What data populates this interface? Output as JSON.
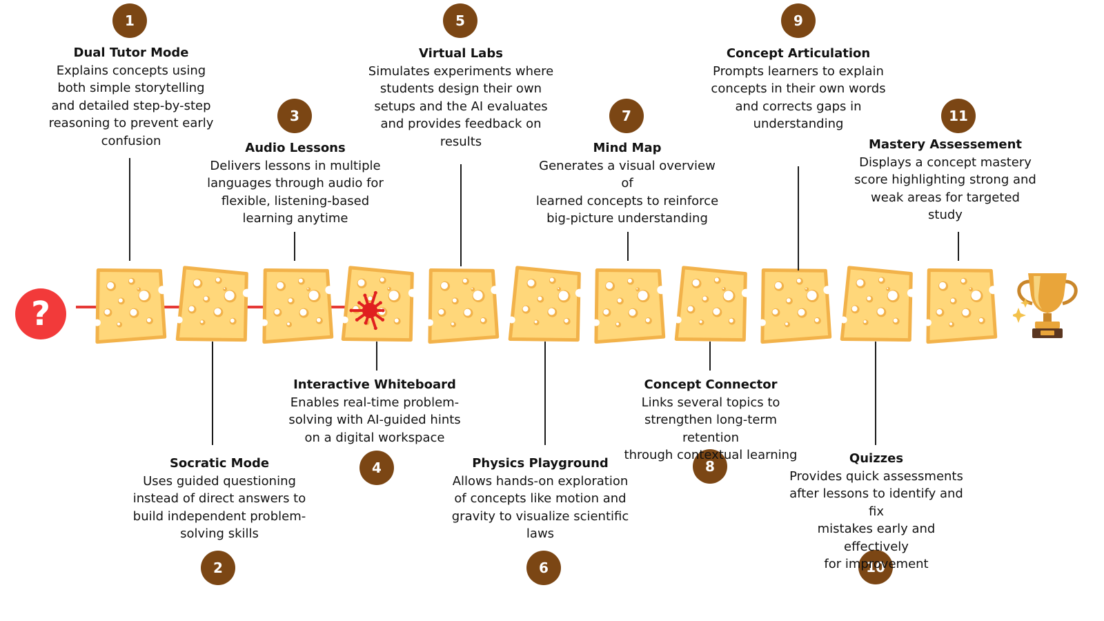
{
  "colors": {
    "badge": "#7b4614",
    "cheese_fill": "#ffd77a",
    "cheese_edge": "#f2b24a",
    "arrow": "#e53935",
    "splat": "#e01f1f",
    "start_marker": "#f23a3a",
    "trophy_gold": "#e9a53a"
  },
  "icons": {
    "start": "question-mark-icon",
    "slices": "cheese-slice-icon",
    "hit": "splat-icon",
    "finish": "trophy-icon"
  },
  "start_marker": {
    "symbol": "?"
  },
  "features": [
    {
      "num": "1",
      "title": "Dual Tutor Mode",
      "lines": [
        "Explains concepts using",
        "both simple storytelling",
        "and detailed step-by-step",
        "reasoning to prevent early",
        "confusion"
      ]
    },
    {
      "num": "2",
      "title": "Socratic Mode",
      "lines": [
        "Uses guided questioning",
        "instead of direct answers to",
        "build independent problem-",
        "solving skills"
      ]
    },
    {
      "num": "3",
      "title": "Audio Lessons",
      "lines": [
        "Delivers lessons in multiple",
        "languages through audio for",
        "flexible, listening-based",
        "learning anytime"
      ]
    },
    {
      "num": "4",
      "title": "Interactive Whiteboard",
      "lines": [
        "Enables real-time problem-",
        "solving with AI-guided hints",
        "on a digital workspace"
      ]
    },
    {
      "num": "5",
      "title": "Virtual Labs",
      "lines": [
        "Simulates experiments where",
        "students design their own",
        "setups and the AI evaluates",
        "and provides feedback on",
        "results"
      ]
    },
    {
      "num": "6",
      "title": "Physics Playground",
      "lines": [
        "Allows hands-on exploration",
        "of concepts like motion and",
        "gravity to visualize scientific",
        "laws"
      ]
    },
    {
      "num": "7",
      "title": "Mind Map",
      "lines": [
        "Generates a visual overview of",
        "learned concepts to reinforce",
        "big-picture understanding"
      ]
    },
    {
      "num": "8",
      "title": "Concept Connector",
      "lines": [
        "Links several topics to",
        "strengthen long-term retention",
        "through contextual learning"
      ]
    },
    {
      "num": "9",
      "title": "Concept Articulation",
      "lines": [
        "Prompts learners to explain",
        "concepts in their own words",
        "and corrects gaps in",
        "understanding"
      ]
    },
    {
      "num": "10",
      "title": "Quizzes",
      "lines": [
        "Provides quick assessments",
        "after lessons to identify and fix",
        "mistakes early and effectively",
        "for improvement"
      ]
    },
    {
      "num": "11",
      "title": "Mastery Assessement",
      "lines": [
        "Displays a concept mastery",
        "score highlighting strong and",
        "weak areas for targeted study"
      ]
    }
  ]
}
